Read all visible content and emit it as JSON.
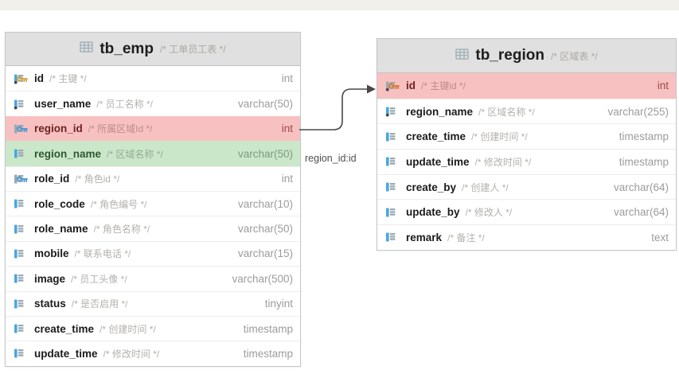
{
  "colors": {
    "top_strip": "#f2f0eb",
    "header_bg": "#e0e0e0",
    "highlight_pink": "#f8c1c1",
    "highlight_green": "#cbe7ca",
    "connector": "#484848",
    "icon_gray": "#9aa9b2",
    "icon_blue": "#4aa7dd",
    "icon_dot": "#474747",
    "key_gold": "#d9a236",
    "key_blue": "#4596d1",
    "key_orange": "#d9782e",
    "header_table_icon": "#a2b1ba"
  },
  "connector": {
    "label": "region_id:id"
  },
  "tables": [
    {
      "name": "tb_emp",
      "comment": "/* 工单员工表 */",
      "fields": [
        {
          "name": "id",
          "comment": "/* 主键 */",
          "type": "int",
          "icon": "pk-gold-dot",
          "highlight": "none"
        },
        {
          "name": "user_name",
          "comment": "/* 员工名称 */",
          "type": "varchar(50)",
          "icon": "col-dot",
          "highlight": "none"
        },
        {
          "name": "region_id",
          "comment": "/* 所属区域Id */",
          "type": "int",
          "icon": "fk-blue",
          "highlight": "pink"
        },
        {
          "name": "region_name",
          "comment": "/* 区域名称 */",
          "type": "varchar(50)",
          "icon": "col",
          "highlight": "green"
        },
        {
          "name": "role_id",
          "comment": "/* 角色id */",
          "type": "int",
          "icon": "fk-blue",
          "highlight": "none"
        },
        {
          "name": "role_code",
          "comment": "/* 角色编号 */",
          "type": "varchar(10)",
          "icon": "col",
          "highlight": "none"
        },
        {
          "name": "role_name",
          "comment": "/* 角色名称 */",
          "type": "varchar(50)",
          "icon": "col",
          "highlight": "none"
        },
        {
          "name": "mobile",
          "comment": "/* 联系电话 */",
          "type": "varchar(15)",
          "icon": "col",
          "highlight": "none"
        },
        {
          "name": "image",
          "comment": "/* 员工头像 */",
          "type": "varchar(500)",
          "icon": "col",
          "highlight": "none"
        },
        {
          "name": "status",
          "comment": "/* 是否启用 */",
          "type": "tinyint",
          "icon": "col",
          "highlight": "none"
        },
        {
          "name": "create_time",
          "comment": "/* 创建时间 */",
          "type": "timestamp",
          "icon": "col",
          "highlight": "none"
        },
        {
          "name": "update_time",
          "comment": "/* 修改时间 */",
          "type": "timestamp",
          "icon": "col",
          "highlight": "none"
        }
      ]
    },
    {
      "name": "tb_region",
      "comment": "/* 区域表 */",
      "fields": [
        {
          "name": "id",
          "comment": "/* 主键id */",
          "type": "int",
          "icon": "pk-orange-dot",
          "highlight": "pink"
        },
        {
          "name": "region_name",
          "comment": "/* 区域名称 */",
          "type": "varchar(255)",
          "icon": "col-dot",
          "highlight": "none"
        },
        {
          "name": "create_time",
          "comment": "/* 创建时间 */",
          "type": "timestamp",
          "icon": "col",
          "highlight": "none"
        },
        {
          "name": "update_time",
          "comment": "/* 修改时间 */",
          "type": "timestamp",
          "icon": "col",
          "highlight": "none"
        },
        {
          "name": "create_by",
          "comment": "/* 创建人 */",
          "type": "varchar(64)",
          "icon": "col",
          "highlight": "none"
        },
        {
          "name": "update_by",
          "comment": "/* 修改人 */",
          "type": "varchar(64)",
          "icon": "col",
          "highlight": "none"
        },
        {
          "name": "remark",
          "comment": "/* 备注 */",
          "type": "text",
          "icon": "col",
          "highlight": "none"
        }
      ]
    }
  ]
}
